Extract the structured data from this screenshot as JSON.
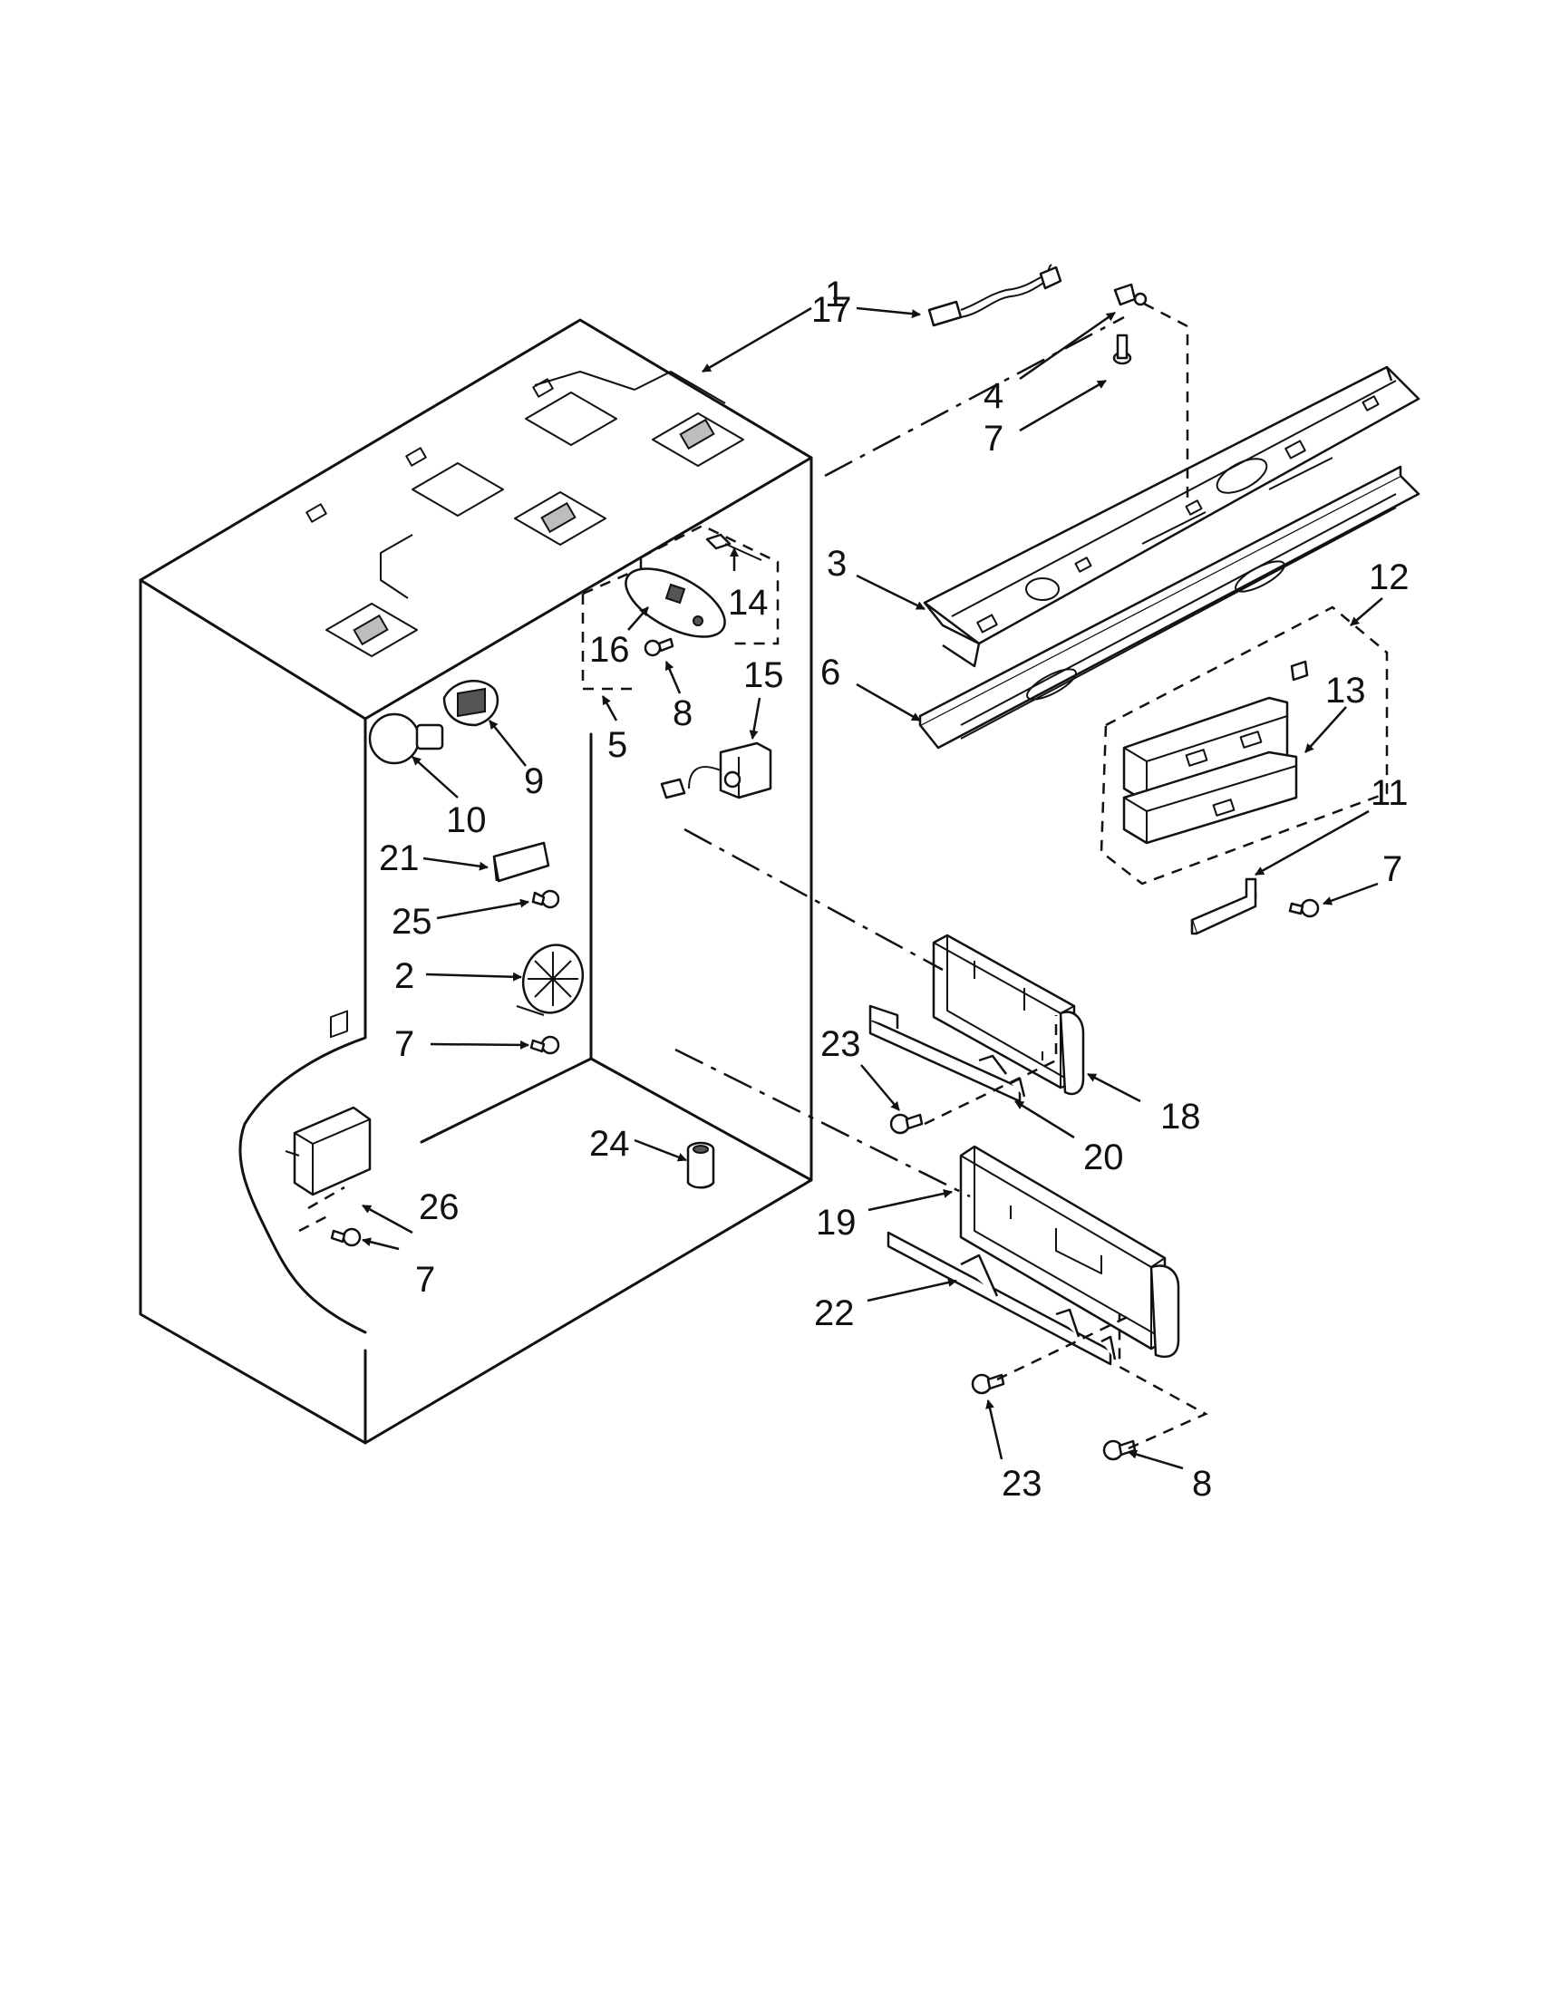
{
  "labels": {
    "l1": "1",
    "l2": "2",
    "l3": "3",
    "l4": "4",
    "l5": "5",
    "l6": "6",
    "l7a": "7",
    "l7b": "7",
    "l7c": "7",
    "l7d": "7",
    "l8a": "8",
    "l8b": "8",
    "l9": "9",
    "l10": "10",
    "l11": "11",
    "l12": "12",
    "l13": "13",
    "l14": "14",
    "l15": "15",
    "l16": "16",
    "l17": "17",
    "l18": "18",
    "l19": "19",
    "l20": "20",
    "l21": "21",
    "l22": "22",
    "l23a": "23",
    "l23b": "23",
    "l24": "24",
    "l25": "25",
    "l26": "26"
  }
}
